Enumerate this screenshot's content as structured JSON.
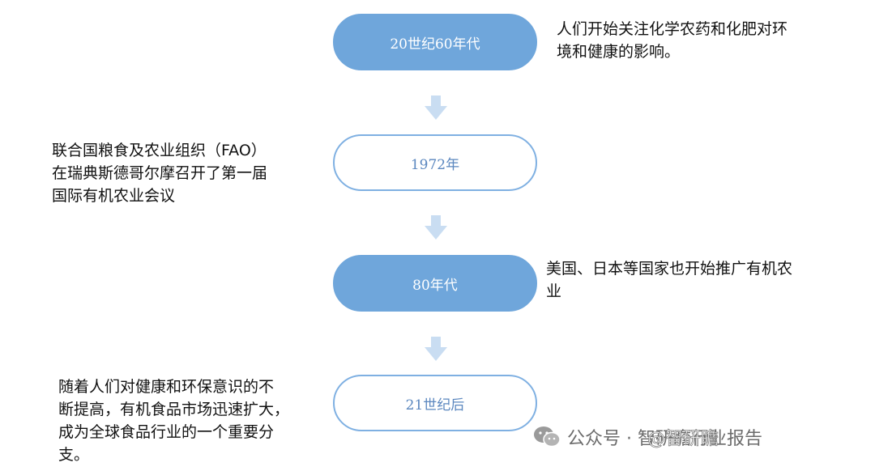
{
  "timeline": [
    {
      "period": "20世纪60年代",
      "style": "filled",
      "description": [
        "人们开始关注化学农药和化肥对环",
        "境和健康的影响。"
      ]
    },
    {
      "period": "1972年",
      "style": "outline",
      "description": [
        "联合国粮食及农业组织（FAO）",
        "在瑞典斯德哥尔摩召开了第一届",
        "国际有机农业会议"
      ]
    },
    {
      "period": "80年代",
      "style": "filled",
      "description": [
        "美国、日本等国家也开始推广有机农",
        "业"
      ]
    },
    {
      "period": "21世纪后",
      "style": "outline",
      "description": [
        "随着人们对健康和环保意识的不",
        "断提高，有机食品市场迅速扩大，",
        "成为全球食品行业的一个重要分",
        "支。"
      ]
    }
  ],
  "watermark": {
    "text": "公众号 · 智研瞻行业报告",
    "handle": "@智研瞻"
  },
  "colors": {
    "filled": "#6fa6db",
    "outline_border": "#7fb0e2",
    "outline_text": "#5b87bf",
    "arrow": "#c9ddf2"
  }
}
